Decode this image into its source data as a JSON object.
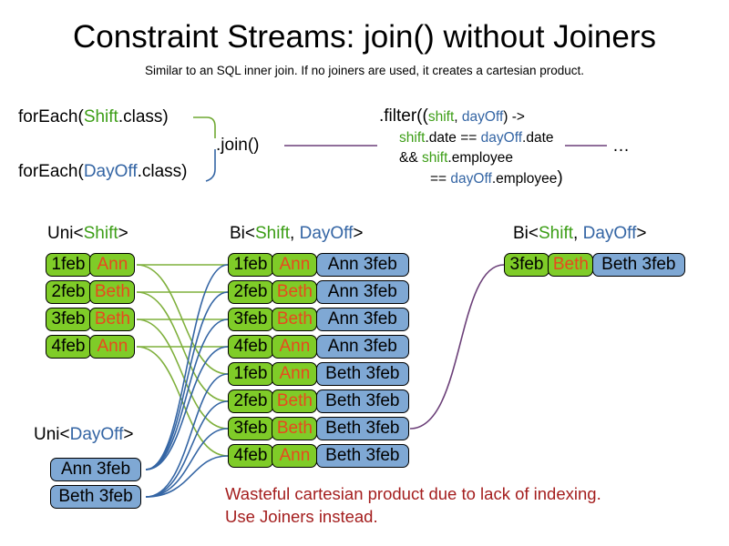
{
  "title": "Constraint Streams: join() without Joiners",
  "subtitle": "Similar to an SQL inner join. If no joiners are used, it creates a cartesian product.",
  "colors": {
    "shift_green": "#3C9E16",
    "dayoff_blue": "#3465A4",
    "box_green": "#7FCC28",
    "box_blue": "#7FA8D4",
    "name_orange": "#E8491E",
    "warning_red": "#A41E1E",
    "wire_green": "#7FB03C",
    "wire_blue": "#3465A4",
    "wire_purple": "#6B3F78"
  },
  "code": {
    "foreach_shift": {
      "prefix": "forEach(",
      "type": "Shift",
      "suffix": ".class)"
    },
    "foreach_dayoff": {
      "prefix": "forEach(",
      "type": "DayOff",
      "suffix": ".class)"
    },
    "join_label": ".join()",
    "filter": {
      "line1_a": ".filter((",
      "line1_shift": "shift",
      "line1_comma": ", ",
      "line1_dayoff": "dayOff",
      "line1_b": ") ->",
      "line2_shift": "shift",
      "line2_a": ".date == ",
      "line2_dayoff": "dayOff",
      "line2_b": ".date",
      "line3_a": "&& ",
      "line3_shift": "shift",
      "line3_b": ".employee",
      "line4_a": "== ",
      "line4_dayoff": "dayOff",
      "line4_b": ".employee",
      "line4_close": ")"
    },
    "ellipsis": "…"
  },
  "headers": {
    "uni_shift": {
      "prefix": "Uni<",
      "type": "Shift",
      "suffix": ">"
    },
    "bi_middle": {
      "prefix": "Bi<",
      "type1": "Shift",
      "comma": ", ",
      "type2": "DayOff",
      "suffix": ">"
    },
    "bi_right": {
      "prefix": "Bi<",
      "type1": "Shift",
      "comma": ", ",
      "type2": "DayOff",
      "suffix": ">"
    },
    "uni_dayoff": {
      "prefix": "Uni<",
      "type": "DayOff",
      "suffix": ">"
    }
  },
  "uni_shift_rows": [
    {
      "date": "1feb",
      "name": "Ann"
    },
    {
      "date": "2feb",
      "name": "Beth"
    },
    {
      "date": "3feb",
      "name": "Beth"
    },
    {
      "date": "4feb",
      "name": "Ann"
    }
  ],
  "uni_dayoff_rows": [
    {
      "dayoff": "Ann 3feb"
    },
    {
      "dayoff": "Beth 3feb"
    }
  ],
  "bi_middle_rows": [
    {
      "date": "1feb",
      "name": "Ann",
      "dayoff": "Ann 3feb"
    },
    {
      "date": "2feb",
      "name": "Beth",
      "dayoff": "Ann 3feb"
    },
    {
      "date": "3feb",
      "name": "Beth",
      "dayoff": "Ann 3feb"
    },
    {
      "date": "4feb",
      "name": "Ann",
      "dayoff": "Ann 3feb"
    },
    {
      "date": "1feb",
      "name": "Ann",
      "dayoff": "Beth 3feb"
    },
    {
      "date": "2feb",
      "name": "Beth",
      "dayoff": "Beth 3feb"
    },
    {
      "date": "3feb",
      "name": "Beth",
      "dayoff": "Beth 3feb"
    },
    {
      "date": "4feb",
      "name": "Ann",
      "dayoff": "Beth 3feb"
    }
  ],
  "bi_right_rows": [
    {
      "date": "3feb",
      "name": "Beth",
      "dayoff": "Beth 3feb"
    }
  ],
  "warning": {
    "line1": "Wasteful cartesian product due to lack of indexing.",
    "line2": "Use Joiners instead."
  }
}
